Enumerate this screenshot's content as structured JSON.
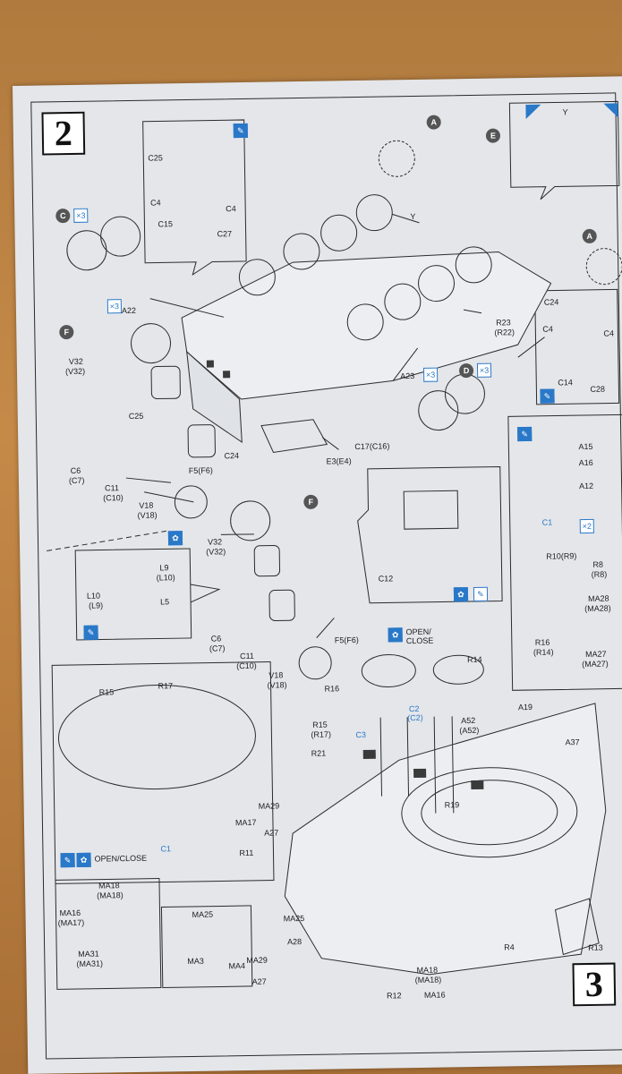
{
  "steps": {
    "step2": "2",
    "step3": "3"
  },
  "markers": {
    "a1": "A",
    "a2": "A",
    "e": "E",
    "c": "C",
    "f1": "F",
    "d": "D",
    "f2": "F"
  },
  "parts": {
    "c25_top": "C25",
    "c4_a": "C4",
    "c4_b": "C4",
    "c15": "C15",
    "c27": "C27",
    "y_top": "Y",
    "y_hull": "Y",
    "a22": "A22",
    "c24_r": "C24",
    "c4_r1": "C4",
    "c4_r2": "C4",
    "c14": "C14",
    "c28": "C28",
    "r23": "R23",
    "r22": "(R22)",
    "v32_a": "V32",
    "v32_a2": "(V32)",
    "a23": "A23",
    "c25_b": "C25",
    "c17": "C17(C16)",
    "c24_b": "C24",
    "e3": "E3(E4)",
    "f5": "F5(F6)",
    "c6": "C6",
    "c7": "(C7)",
    "c11": "C11",
    "c10": "(C10)",
    "v18": "V18",
    "v18b": "(V18)",
    "a15": "A15",
    "a16": "A16",
    "a12": "A12",
    "c1_a": "C1",
    "x2": "×2",
    "r10": "R10(R9)",
    "r8": "R8",
    "r8b": "(R8)",
    "ma28": "MA28",
    "ma28b": "(MA28)",
    "r16_a": "R16",
    "r14_a": "(R14)",
    "ma27": "MA27",
    "ma27b": "(MA27)",
    "v32_b": "V32",
    "v32_b2": "(V32)",
    "c12": "C12",
    "l9": "L9",
    "l10b": "(L10)",
    "l10": "L10",
    "l9b": "(L9)",
    "l5": "L5",
    "c6_b": "C6",
    "c7_b": "(C7)",
    "c11_b": "C11",
    "c10_b": "(C10)",
    "f5_b": "F5(F6)",
    "v18_c": "V18",
    "v18_d": "(V18)",
    "openclose_a": "OPEN/",
    "openclose_a2": "CLOSE",
    "r14": "R14",
    "r16": "R16",
    "a19": "A19",
    "c2": "C2",
    "c2b": "(C2)",
    "a52": "A52",
    "a52b": "(A52)",
    "c3": "C3",
    "r15b": "R15",
    "r17b": "(R17)",
    "r21": "R21",
    "a37": "A37",
    "r19": "R19",
    "r15": "R15",
    "r17": "R17",
    "c1_b": "C1",
    "openclose_b": "OPEN/CLOSE",
    "ma29": "MA29",
    "ma17": "MA17",
    "a27": "A27",
    "r11": "R11",
    "ma18": "MA18",
    "ma18b": "(MA18)",
    "ma16": "MA16",
    "ma17b": "(MA17)",
    "ma31": "MA31",
    "ma31b": "(MA31)",
    "ma25": "MA25",
    "ma3": "MA3",
    "ma4": "MA4",
    "ma25_b": "MA25",
    "a28": "A28",
    "ma29_b": "MA29",
    "a27_b": "A27",
    "ma18_c": "MA18",
    "ma18_d": "(MA18)",
    "r12": "R12",
    "ma16_b": "MA16",
    "r4": "R4",
    "r13": "R13"
  },
  "icons": {
    "x3_a": "×3",
    "x3_b": "×3",
    "x3_c": "×3",
    "x3_d": "×3"
  },
  "colors": {
    "accent_blue": "#2a78c8",
    "paper": "#e4e6ea",
    "ink": "#1c1c1c"
  }
}
